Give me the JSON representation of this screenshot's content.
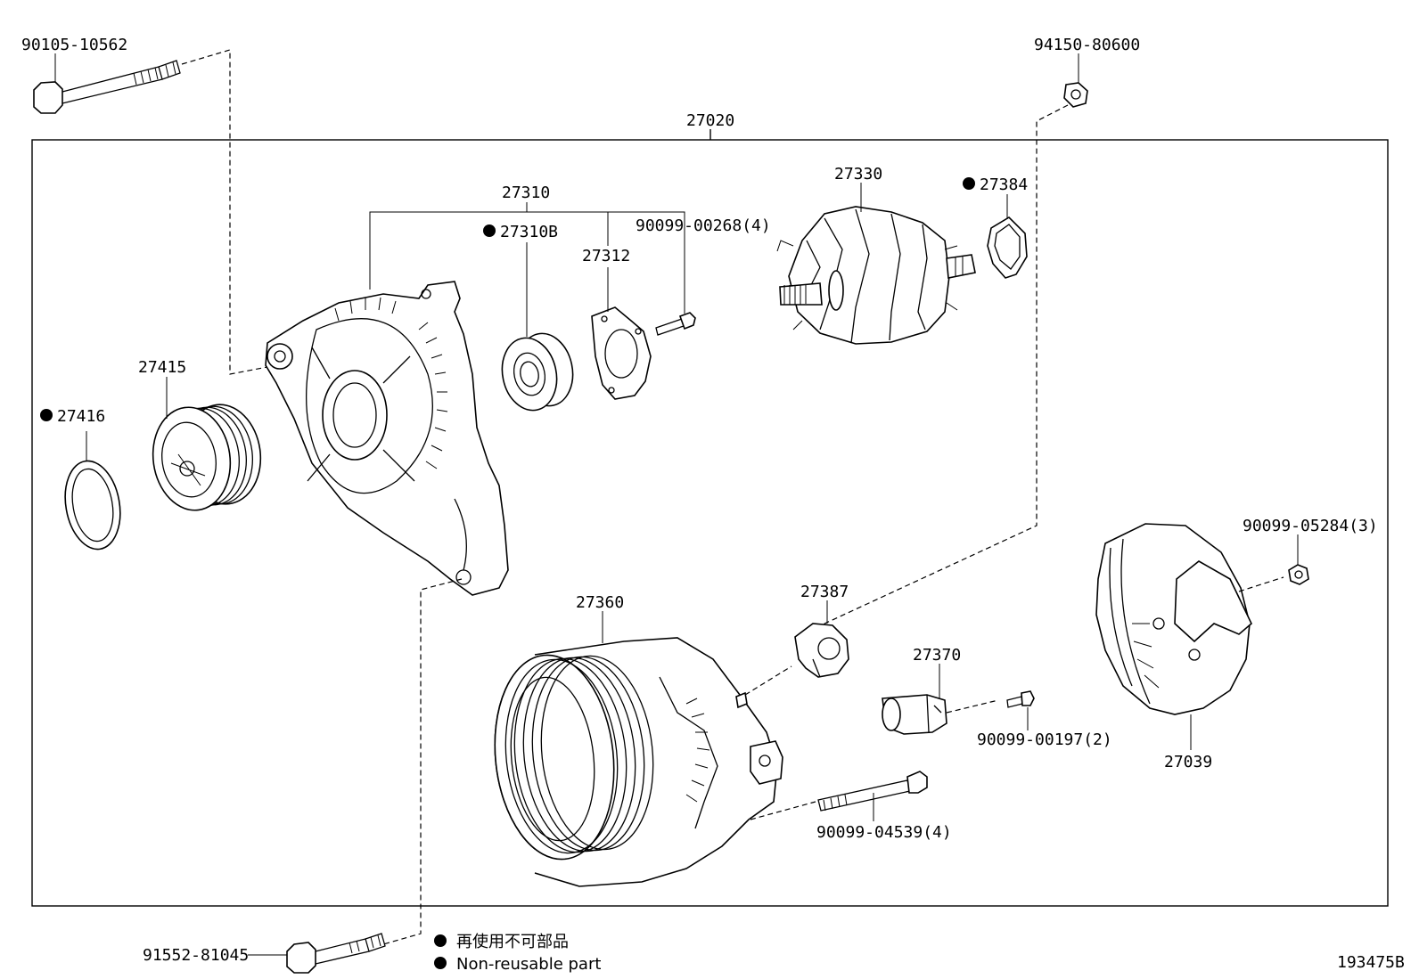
{
  "callouts": {
    "p90105": "90105-10562",
    "p94150": "94150-80600",
    "p27020": "27020",
    "p27310": "27310",
    "p27310b": "27310B",
    "p27312": "27312",
    "p90099_00268": "90099-00268(4)",
    "p27330": "27330",
    "p27384": "27384",
    "p27415": "27415",
    "p27416": "27416",
    "p27360": "27360",
    "p27387": "27387",
    "p27370": "27370",
    "p90099_00197": "90099-00197(2)",
    "p90099_05284": "90099-05284(3)",
    "p27039": "27039",
    "p90099_04539": "90099-04539(4)",
    "p91552": "91552-81045"
  },
  "legend": {
    "jp": "再使用不可部品",
    "en": "Non-reusable part"
  },
  "diagram_id": "193475B"
}
